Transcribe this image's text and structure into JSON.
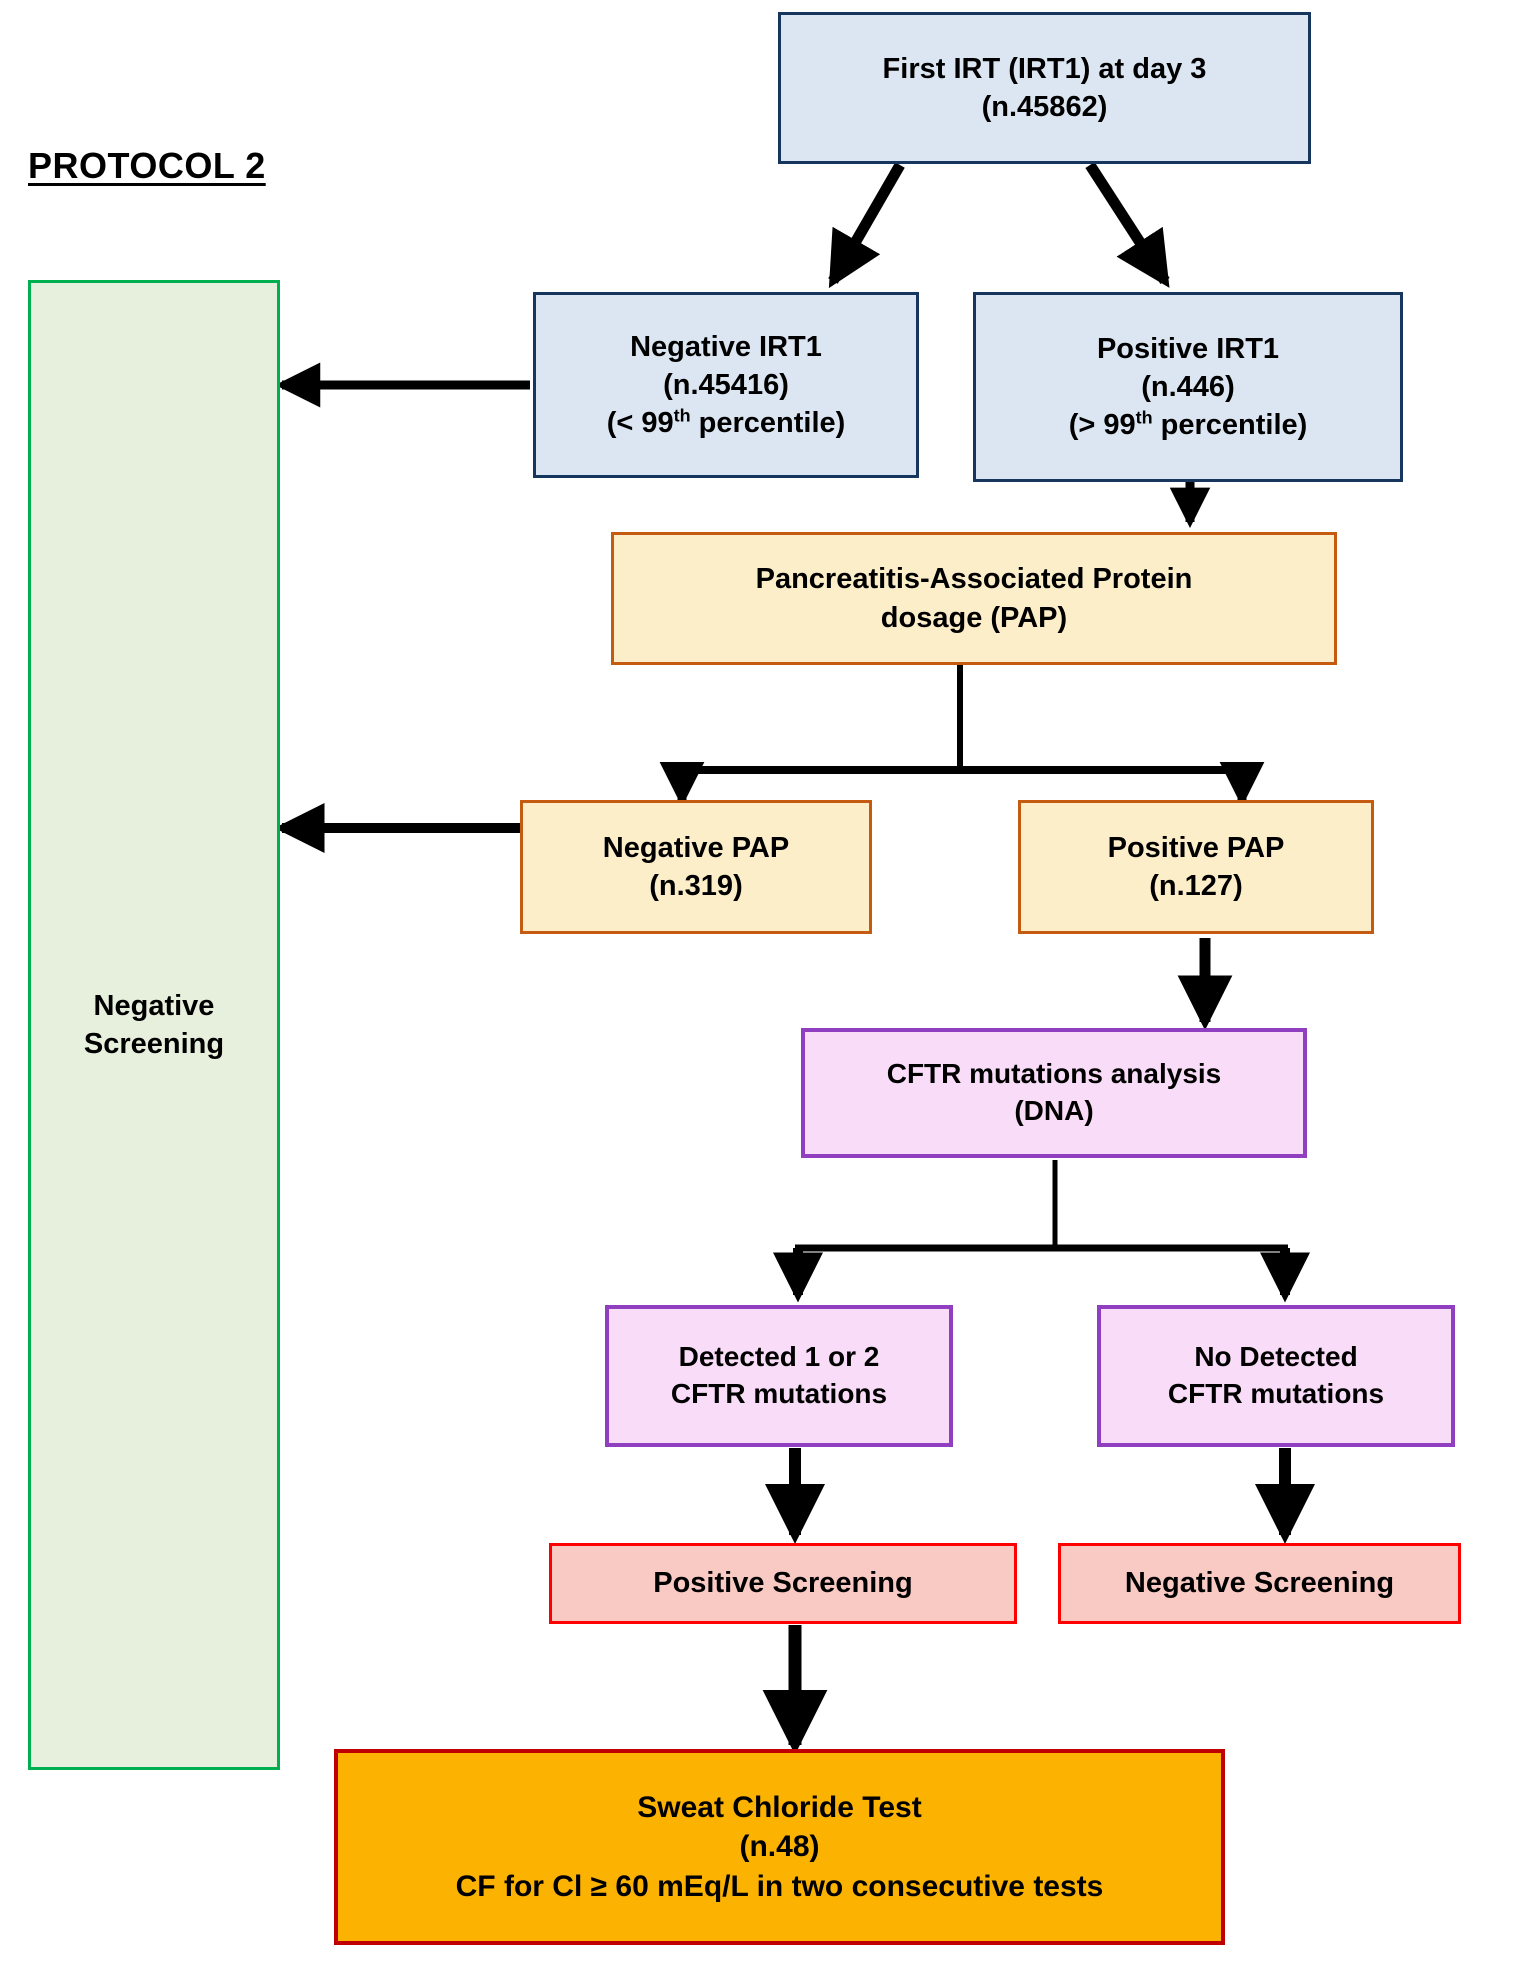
{
  "title": {
    "protocol_label": "PROTOCOL 2"
  },
  "sidebar": {
    "negative_screening": {
      "line1": "Negative",
      "line2": "Screening"
    }
  },
  "nodes": {
    "irt1": {
      "line1": "First IRT (IRT1) at day 3",
      "line2": "(n.45862)"
    },
    "negative_irt1": {
      "line1": "Negative IRT1",
      "line2": "(n.45416)",
      "line3_pre": "(< 99",
      "line3_sup": "th",
      "line3_post": " percentile)"
    },
    "positive_irt1": {
      "line1": "Positive IRT1",
      "line2": "(n.446)",
      "line3_pre": "(> 99",
      "line3_sup": "th",
      "line3_post": " percentile)"
    },
    "pap_dosage": {
      "line1": "Pancreatitis-Associated Protein",
      "line2": "dosage  (PAP)"
    },
    "negative_pap": {
      "line1": "Negative PAP",
      "line2": "(n.319)"
    },
    "positive_pap": {
      "line1": "Positive PAP",
      "line2": "(n.127)"
    },
    "cftr_analysis": {
      "line1": "CFTR mutations analysis",
      "line2": "(DNA)"
    },
    "detected_mutations": {
      "line1": "Detected 1 or 2",
      "line2": "CFTR mutations"
    },
    "no_detected_mutations": {
      "line1": "No Detected",
      "line2": "CFTR mutations"
    },
    "positive_screening": {
      "line1": "Positive Screening"
    },
    "negative_screening_result": {
      "line1": "Negative Screening"
    },
    "sweat_test": {
      "line1": "Sweat Chloride Test",
      "line2": "(n.48)",
      "line3": "CF for Cl ≥ 60 mEq/L in two consecutive tests"
    }
  },
  "colors": {
    "blue_fill": "#dce6f2",
    "blue_border": "#17365d",
    "cream_fill": "#fdeeca",
    "orange_border": "#c55a11",
    "violet_fill": "#f9dcf7",
    "violet_border": "#8f3fbf",
    "red_fill": "#f9c9c3",
    "red_border": "#ff0000",
    "amber_fill": "#fbb200",
    "amber_border": "#c00000",
    "green_fill": "#e7f0dc",
    "green_border": "#00b050",
    "connector": "#000000"
  }
}
